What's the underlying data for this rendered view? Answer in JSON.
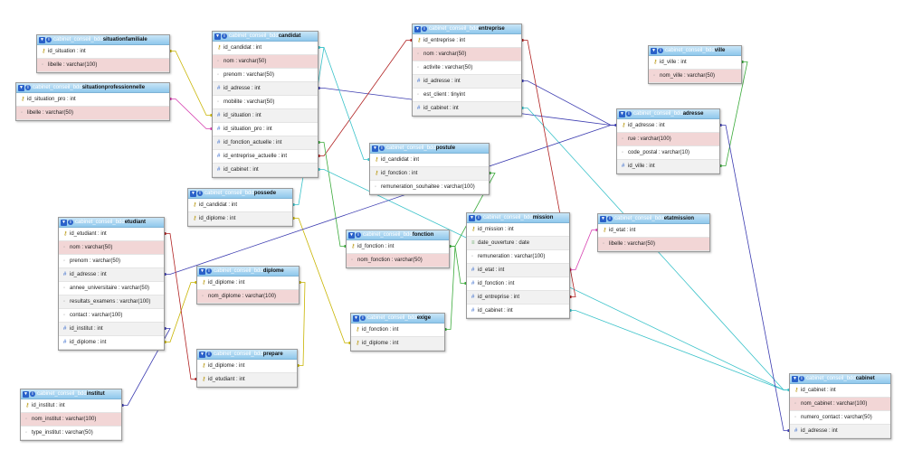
{
  "tables": {
    "situationfamiliale": {
      "prefix": "cabinet_conseil_bdd",
      "name": "situationfamiliale",
      "columns": [
        {
          "text": "id_situation : int",
          "kind": "pk"
        },
        {
          "text": "libelle : varchar(100)",
          "kind": "plain"
        }
      ]
    },
    "situationprofessionnelle": {
      "prefix": "cabinet_conseil_bdd",
      "name": "situationprofessionnelle",
      "columns": [
        {
          "text": "id_situation_pro : int",
          "kind": "pk"
        },
        {
          "text": "libelle : varchar(50)",
          "kind": "plain"
        }
      ]
    },
    "candidat": {
      "prefix": "cabinet_conseil_bdd",
      "name": "candidat",
      "columns": [
        {
          "text": "id_candidat : int",
          "kind": "pk"
        },
        {
          "text": "nom : varchar(50)",
          "kind": "plain"
        },
        {
          "text": "prenom : varchar(50)",
          "kind": "plain"
        },
        {
          "text": "id_adresse : int",
          "kind": "fk"
        },
        {
          "text": "mobilite : varchar(50)",
          "kind": "plain"
        },
        {
          "text": "id_situation : int",
          "kind": "fk"
        },
        {
          "text": "id_situation_pro : int",
          "kind": "fk"
        },
        {
          "text": "id_fonction_actuelle : int",
          "kind": "fk"
        },
        {
          "text": "id_entreprise_actuelle : int",
          "kind": "fk"
        },
        {
          "text": "id_cabinet : int",
          "kind": "fk"
        }
      ]
    },
    "entreprise": {
      "prefix": "cabinet_conseil_bdd",
      "name": "entreprise",
      "columns": [
        {
          "text": "id_entreprise : int",
          "kind": "pk"
        },
        {
          "text": "nom : varchar(50)",
          "kind": "plain"
        },
        {
          "text": "activite : varchar(50)",
          "kind": "plain"
        },
        {
          "text": "id_adresse : int",
          "kind": "fk"
        },
        {
          "text": "est_client : tinyint",
          "kind": "plain"
        },
        {
          "text": "id_cabinet : int",
          "kind": "fk"
        }
      ]
    },
    "ville": {
      "prefix": "cabinet_conseil_bdd",
      "name": "ville",
      "columns": [
        {
          "text": "id_ville : int",
          "kind": "pk"
        },
        {
          "text": "nom_ville : varchar(50)",
          "kind": "plain"
        }
      ]
    },
    "adresse": {
      "prefix": "cabinet_conseil_bdd",
      "name": "adresse",
      "columns": [
        {
          "text": "id_adresse : int",
          "kind": "pk"
        },
        {
          "text": "rue : varchar(100)",
          "kind": "plain"
        },
        {
          "text": "code_postal : varchar(10)",
          "kind": "plain"
        },
        {
          "text": "id_ville : int",
          "kind": "fk"
        }
      ]
    },
    "postule": {
      "prefix": "cabinet_conseil_bdd",
      "name": "postule",
      "columns": [
        {
          "text": "id_candidat : int",
          "kind": "pk"
        },
        {
          "text": "id_fonction : int",
          "kind": "pk"
        },
        {
          "text": "remuneration_souhaitee : varchar(100)",
          "kind": "plain"
        }
      ]
    },
    "possede": {
      "prefix": "cabinet_conseil_bdd",
      "name": "possede",
      "columns": [
        {
          "text": "id_candidat : int",
          "kind": "pk"
        },
        {
          "text": "id_diplome : int",
          "kind": "pk"
        }
      ]
    },
    "etudiant": {
      "prefix": "cabinet_conseil_bdd",
      "name": "etudiant",
      "columns": [
        {
          "text": "id_etudiant : int",
          "kind": "pk"
        },
        {
          "text": "nom : varchar(50)",
          "kind": "plain"
        },
        {
          "text": "prenom : varchar(50)",
          "kind": "plain"
        },
        {
          "text": "id_adresse : int",
          "kind": "fk"
        },
        {
          "text": "annee_universitaire : varchar(50)",
          "kind": "plain"
        },
        {
          "text": "resultats_examens : varchar(100)",
          "kind": "plain"
        },
        {
          "text": "contact : varchar(100)",
          "kind": "plain"
        },
        {
          "text": "id_institut : int",
          "kind": "fk"
        },
        {
          "text": "id_diplome : int",
          "kind": "fk"
        }
      ]
    },
    "fonction": {
      "prefix": "cabinet_conseil_bdd",
      "name": "fonction",
      "columns": [
        {
          "text": "id_fonction : int",
          "kind": "pk"
        },
        {
          "text": "nom_fonction : varchar(50)",
          "kind": "plain"
        }
      ]
    },
    "mission": {
      "prefix": "cabinet_conseil_bdd",
      "name": "mission",
      "columns": [
        {
          "text": "id_mission : int",
          "kind": "pk"
        },
        {
          "text": "date_ouverture : date",
          "kind": "idx"
        },
        {
          "text": "remuneration : varchar(100)",
          "kind": "plain"
        },
        {
          "text": "id_etat : int",
          "kind": "fk"
        },
        {
          "text": "id_fonction : int",
          "kind": "fk"
        },
        {
          "text": "id_entreprise : int",
          "kind": "fk"
        },
        {
          "text": "id_cabinet : int",
          "kind": "fk"
        }
      ]
    },
    "etatmission": {
      "prefix": "cabinet_conseil_bdd",
      "name": "etatmission",
      "columns": [
        {
          "text": "id_etat : int",
          "kind": "pk"
        },
        {
          "text": "libelle : varchar(50)",
          "kind": "plain"
        }
      ]
    },
    "diplome": {
      "prefix": "cabinet_conseil_bdd",
      "name": "diplome",
      "columns": [
        {
          "text": "id_diplome : int",
          "kind": "pk"
        },
        {
          "text": "nom_diplome : varchar(100)",
          "kind": "plain"
        }
      ]
    },
    "exige": {
      "prefix": "cabinet_conseil_bdd",
      "name": "exige",
      "columns": [
        {
          "text": "id_fonction : int",
          "kind": "pk"
        },
        {
          "text": "id_diplome : int",
          "kind": "pk"
        }
      ]
    },
    "prepare": {
      "prefix": "cabinet_conseil_bdd",
      "name": "prepare",
      "columns": [
        {
          "text": "id_diplome : int",
          "kind": "pk"
        },
        {
          "text": "id_etudiant : int",
          "kind": "pk"
        }
      ]
    },
    "institut": {
      "prefix": "cabinet_conseil_bdd",
      "name": "institut",
      "columns": [
        {
          "text": "id_institut : int",
          "kind": "pk"
        },
        {
          "text": "nom_institut : varchar(100)",
          "kind": "plain"
        },
        {
          "text": "type_institut : varchar(50)",
          "kind": "plain"
        }
      ]
    },
    "cabinet": {
      "prefix": "cabinet_conseil_bdd",
      "name": "cabinet",
      "columns": [
        {
          "text": "id_cabinet : int",
          "kind": "pk"
        },
        {
          "text": "nom_cabinet : varchar(100)",
          "kind": "plain"
        },
        {
          "text": "numero_contact : varchar(50)",
          "kind": "plain"
        },
        {
          "text": "id_adresse : int",
          "kind": "fk"
        }
      ]
    }
  },
  "links": [
    {
      "from": "candidat.id_situation",
      "to": "situationfamiliale.id_situation",
      "color": "#c8b400"
    },
    {
      "from": "candidat.id_situation_pro",
      "to": "situationprofessionnelle.id_situation_pro",
      "color": "#d63fb0"
    },
    {
      "from": "candidat.id_adresse",
      "to": "adresse.id_adresse",
      "color": "#3b3bb0"
    },
    {
      "from": "candidat.id_entreprise_actuelle",
      "to": "entreprise.id_entreprise",
      "color": "#b02020"
    },
    {
      "from": "candidat.id_fonction_actuelle",
      "to": "fonction.id_fonction",
      "color": "#3aaa3a"
    },
    {
      "from": "candidat.id_cabinet",
      "to": "cabinet.id_cabinet",
      "color": "#39c2c9"
    },
    {
      "from": "entreprise.id_adresse",
      "to": "adresse.id_adresse",
      "color": "#3b3bb0"
    },
    {
      "from": "entreprise.id_cabinet",
      "to": "cabinet.id_cabinet",
      "color": "#39c2c9"
    },
    {
      "from": "adresse.id_ville",
      "to": "ville.id_ville",
      "color": "#3aaa3a"
    },
    {
      "from": "postule.id_candidat",
      "to": "candidat.id_candidat",
      "color": "#39c2c9"
    },
    {
      "from": "postule.id_fonction",
      "to": "fonction.id_fonction",
      "color": "#3aaa3a"
    },
    {
      "from": "possede.id_candidat",
      "to": "candidat.id_candidat",
      "color": "#39c2c9"
    },
    {
      "from": "possede.id_diplome",
      "to": "exige.id_diplome",
      "color": "#c8b400"
    },
    {
      "from": "etudiant.id_adresse",
      "to": "adresse.id_adresse",
      "color": "#3b3bb0"
    },
    {
      "from": "etudiant.id_diplome",
      "to": "diplome.id_diplome",
      "color": "#c8b400"
    },
    {
      "from": "etudiant.id_institut",
      "to": "institut.id_institut",
      "color": "#3b3bb0"
    },
    {
      "from": "prepare.id_etudiant",
      "to": "etudiant.id_etudiant",
      "color": "#b02020"
    },
    {
      "from": "prepare.id_diplome",
      "to": "diplome.id_diplome",
      "color": "#c8b400"
    },
    {
      "from": "exige.id_fonction",
      "to": "fonction.id_fonction",
      "color": "#3aaa3a"
    },
    {
      "from": "mission.id_fonction",
      "to": "fonction.id_fonction",
      "color": "#3aaa3a"
    },
    {
      "from": "mission.id_etat",
      "to": "etatmission.id_etat",
      "color": "#d63fb0"
    },
    {
      "from": "mission.id_entreprise",
      "to": "entreprise.id_entreprise",
      "color": "#b02020"
    },
    {
      "from": "mission.id_cabinet",
      "to": "cabinet.id_cabinet",
      "color": "#39c2c9"
    },
    {
      "from": "cabinet.id_adresse",
      "to": "adresse.id_adresse",
      "color": "#3b3bb0"
    }
  ]
}
